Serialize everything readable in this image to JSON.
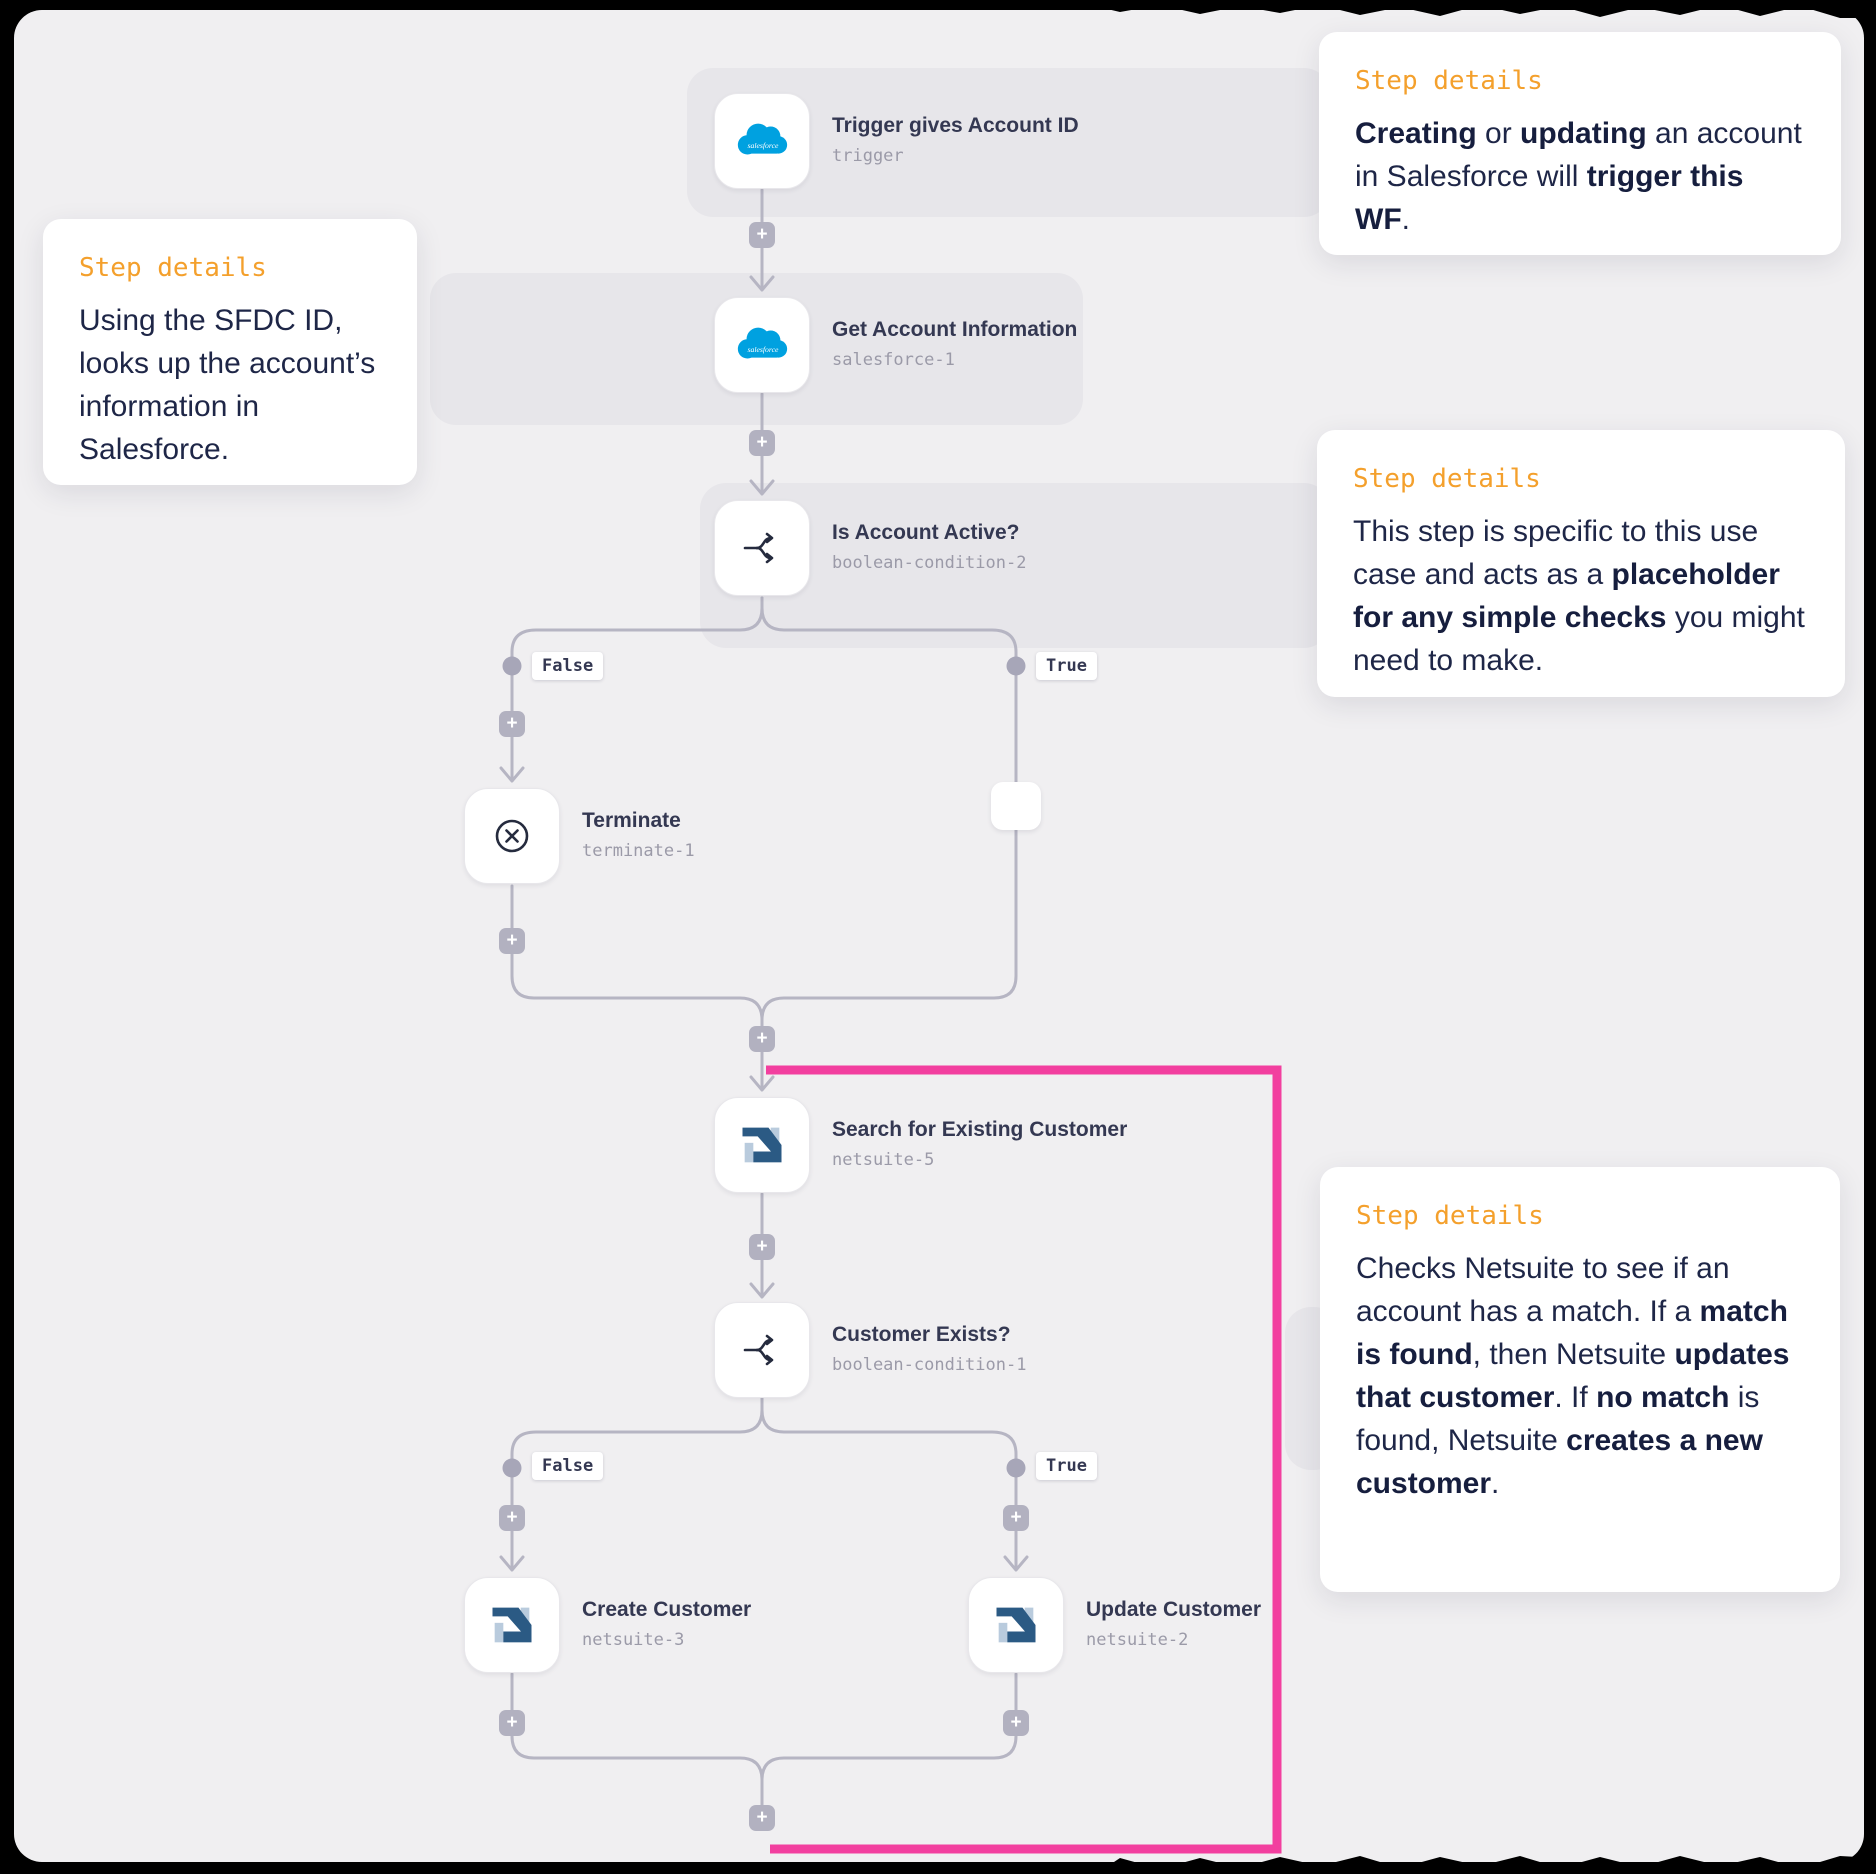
{
  "workflow": {
    "plus_label": "+",
    "branch_labels": {
      "false": "False",
      "true": "True"
    },
    "steps": [
      {
        "title": "Trigger gives Account ID",
        "subtitle": "trigger",
        "icon": "salesforce-icon"
      },
      {
        "title": "Get Account Information",
        "subtitle": "salesforce-1",
        "icon": "salesforce-icon"
      },
      {
        "title": "Is Account Active?",
        "subtitle": "boolean-condition-2",
        "icon": "branch-icon"
      },
      {
        "title": "Terminate",
        "subtitle": "terminate-1",
        "icon": "terminate-icon"
      },
      {
        "title": "Search for Existing Customer",
        "subtitle": "netsuite-5",
        "icon": "netsuite-icon"
      },
      {
        "title": "Customer Exists?",
        "subtitle": "boolean-condition-1",
        "icon": "branch-icon"
      },
      {
        "title": "Create Customer",
        "subtitle": "netsuite-3",
        "icon": "netsuite-icon"
      },
      {
        "title": "Update Customer",
        "subtitle": "netsuite-2",
        "icon": "netsuite-icon"
      }
    ]
  },
  "callouts": [
    {
      "header": "Step details",
      "body": [
        {
          "t": "Using the SFDC ID, looks up the account’s information in Salesforce."
        }
      ]
    },
    {
      "header": "Step details",
      "body": [
        {
          "t": "Creating",
          "b": true
        },
        {
          "t": " or "
        },
        {
          "t": "updating",
          "b": true
        },
        {
          "t": " an account in Salesforce will "
        },
        {
          "t": "trigger this WF",
          "b": true
        },
        {
          "t": "."
        }
      ]
    },
    {
      "header": "Step details",
      "body": [
        {
          "t": "This step is specific to this use case and acts as a "
        },
        {
          "t": "placeholder for any simple checks",
          "b": true
        },
        {
          "t": " you might need to make."
        }
      ]
    },
    {
      "header": "Step details",
      "body": [
        {
          "t": "Checks Netsuite to see if an account has a match. If a "
        },
        {
          "t": "match is found",
          "b": true
        },
        {
          "t": ", then Netsuite "
        },
        {
          "t": "updates that customer",
          "b": true
        },
        {
          "t": ". If "
        },
        {
          "t": "no match",
          "b": true
        },
        {
          "t": " is found, Netsuite "
        },
        {
          "t": "creates a new customer",
          "b": true
        },
        {
          "t": "."
        }
      ]
    }
  ],
  "colors": {
    "canvas_bg": "#f0eff1",
    "row_band": "#e7e6ea",
    "connector": "#b6b5c3",
    "accent_orange": "#f4a02c",
    "highlight_pink": "#f23f9f",
    "salesforce_blue": "#00a1e0",
    "netsuite_dark": "#2b5a84",
    "netsuite_light": "#b9cbdd"
  }
}
